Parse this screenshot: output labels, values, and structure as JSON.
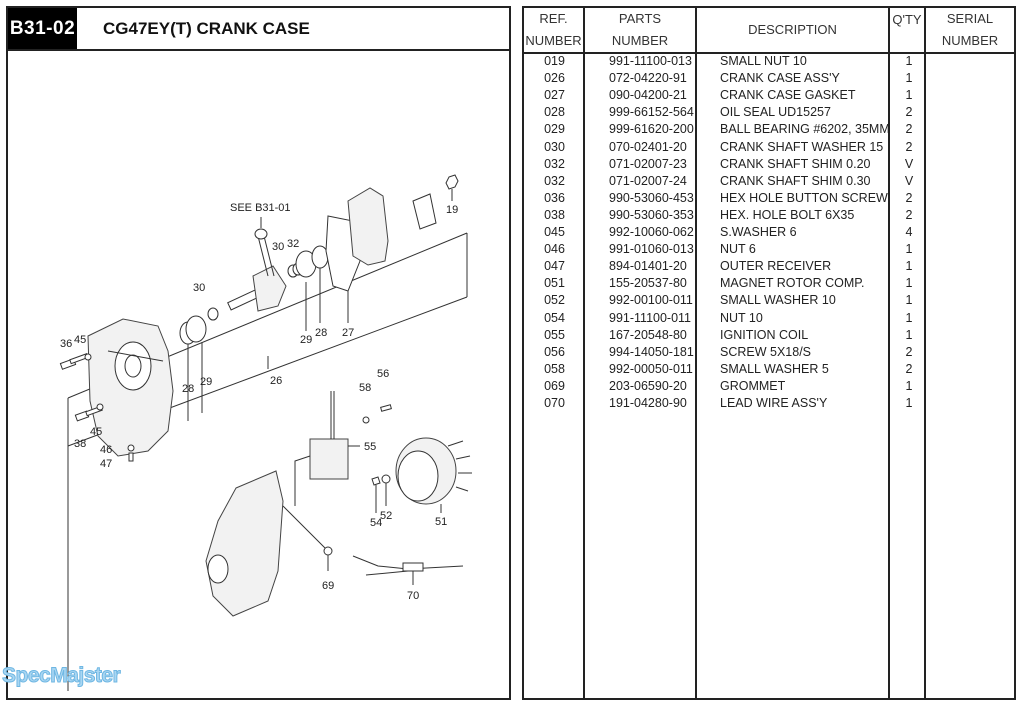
{
  "header": {
    "section_code": "B31-02",
    "title": "CG47EY(T)  CRANK CASE"
  },
  "diagram": {
    "reference_note": "SEE B31-01",
    "callouts": [
      "19",
      "27",
      "28",
      "29",
      "30",
      "32",
      "30",
      "36",
      "45",
      "28",
      "29",
      "26",
      "38",
      "45",
      "46",
      "47",
      "58",
      "56",
      "55",
      "54",
      "52",
      "51",
      "69",
      "70"
    ]
  },
  "table": {
    "columns": [
      {
        "line1": "REF.",
        "line2": "NUMBER"
      },
      {
        "line1": "PARTS",
        "line2": "NUMBER"
      },
      {
        "line1": "DESCRIPTION",
        "line2": ""
      },
      {
        "line1": "Q'TY",
        "line2": ""
      },
      {
        "line1": "SERIAL",
        "line2": "NUMBER"
      }
    ],
    "rows": [
      {
        "ref": "019",
        "part": "991-11100-013",
        "desc": "SMALL NUT 10",
        "qty": "1",
        "serial": ""
      },
      {
        "ref": "026",
        "part": "072-04220-91",
        "desc": "CRANK CASE ASS'Y",
        "qty": "1",
        "serial": ""
      },
      {
        "ref": "027",
        "part": "090-04200-21",
        "desc": "CRANK CASE GASKET",
        "qty": "1",
        "serial": ""
      },
      {
        "ref": "028",
        "part": "999-66152-564",
        "desc": "OIL SEAL UD15257",
        "qty": "2",
        "serial": ""
      },
      {
        "ref": "029",
        "part": "999-61620-200",
        "desc": "BALL BEARING #6202, 35MM",
        "qty": "2",
        "serial": ""
      },
      {
        "ref": "030",
        "part": "070-02401-20",
        "desc": "CRANK SHAFT WASHER 15",
        "qty": "2",
        "serial": ""
      },
      {
        "ref": "032",
        "part": "071-02007-23",
        "desc": "CRANK SHAFT SHIM 0.20",
        "qty": "V",
        "serial": ""
      },
      {
        "ref": "032",
        "part": "071-02007-24",
        "desc": "CRANK SHAFT SHIM 0.30",
        "qty": "V",
        "serial": ""
      },
      {
        "ref": "036",
        "part": "990-53060-453",
        "desc": "HEX HOLE BUTTON SCREW",
        "qty": "2",
        "serial": ""
      },
      {
        "ref": "038",
        "part": "990-53060-353",
        "desc": "HEX. HOLE BOLT 6X35",
        "qty": "2",
        "serial": ""
      },
      {
        "ref": "045",
        "part": "992-10060-062",
        "desc": "S.WASHER 6",
        "qty": "4",
        "serial": ""
      },
      {
        "ref": "046",
        "part": "991-01060-013",
        "desc": "NUT 6",
        "qty": "1",
        "serial": ""
      },
      {
        "ref": "047",
        "part": "894-01401-20",
        "desc": "OUTER RECEIVER",
        "qty": "1",
        "serial": ""
      },
      {
        "ref": "051",
        "part": "155-20537-80",
        "desc": "MAGNET ROTOR COMP.",
        "qty": "1",
        "serial": ""
      },
      {
        "ref": "052",
        "part": "992-00100-011",
        "desc": "SMALL WASHER 10",
        "qty": "1",
        "serial": ""
      },
      {
        "ref": "054",
        "part": "991-11100-011",
        "desc": "NUT 10",
        "qty": "1",
        "serial": ""
      },
      {
        "ref": "055",
        "part": "167-20548-80",
        "desc": "IGNITION COIL",
        "qty": "1",
        "serial": ""
      },
      {
        "ref": "056",
        "part": "994-14050-181",
        "desc": "SCREW 5X18/S",
        "qty": "2",
        "serial": ""
      },
      {
        "ref": "058",
        "part": "992-00050-011",
        "desc": "SMALL WASHER 5",
        "qty": "2",
        "serial": ""
      },
      {
        "ref": "069",
        "part": "203-06590-20",
        "desc": "GROMMET",
        "qty": "1",
        "serial": ""
      },
      {
        "ref": "070",
        "part": "191-04280-90",
        "desc": "LEAD WIRE ASS'Y",
        "qty": "1",
        "serial": ""
      }
    ]
  },
  "watermark": "SpecMajster"
}
